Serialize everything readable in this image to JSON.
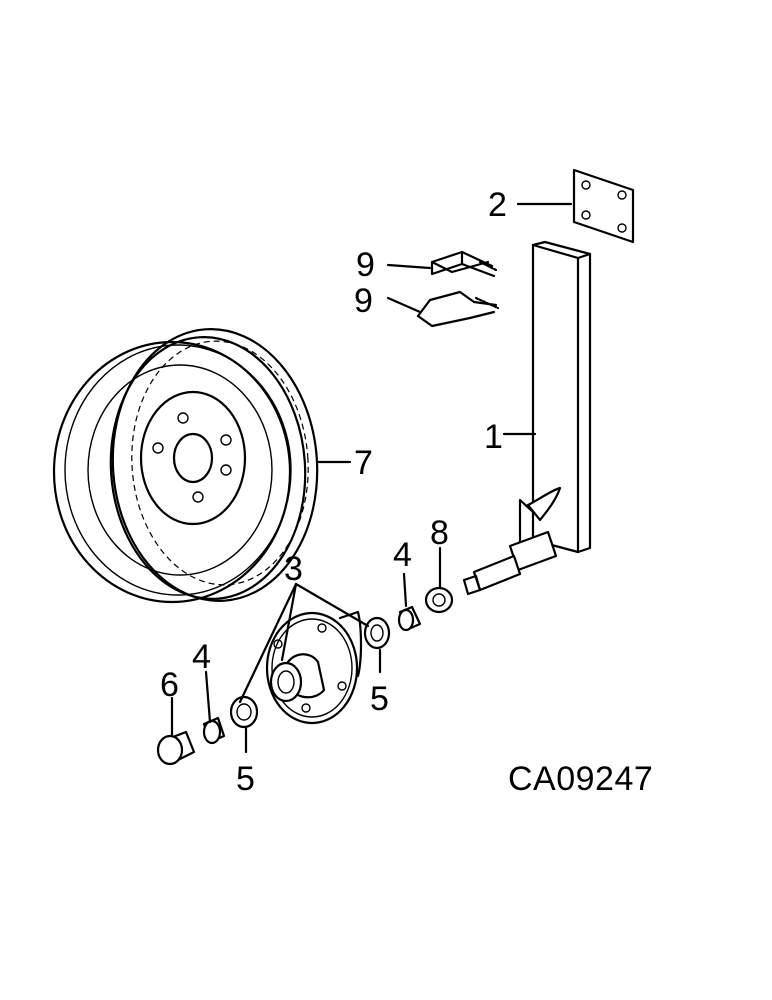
{
  "callouts": {
    "c1": "1",
    "c2": "2",
    "c3": "3",
    "c4a": "4",
    "c4b": "4",
    "c5a": "5",
    "c5b": "5",
    "c6": "6",
    "c7": "7",
    "c8": "8",
    "c9a": "9",
    "c9b": "9"
  },
  "drawing_code": "CA09247"
}
